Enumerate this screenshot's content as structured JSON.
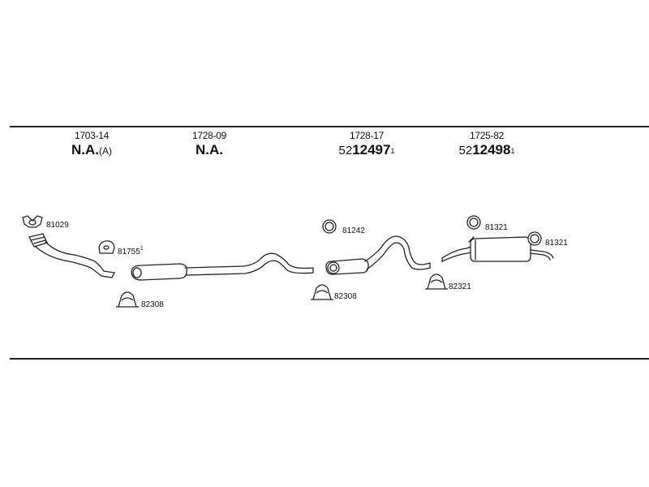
{
  "parts": [
    {
      "number": "1703-14",
      "prefix": "",
      "main": "N.A.",
      "suffix": "(A)",
      "sup": ""
    },
    {
      "number": "1728-09",
      "prefix": "",
      "main": "N.A.",
      "suffix": "",
      "sup": ""
    },
    {
      "number": "1728-17",
      "prefix": "52",
      "main": "12497",
      "suffix": "",
      "sup": "1"
    },
    {
      "number": "1725-82",
      "prefix": "52",
      "main": "12498",
      "suffix": "",
      "sup": "1"
    }
  ],
  "accessories": [
    {
      "code": "81029",
      "sup": "",
      "icon": "flange-gasket-icon"
    },
    {
      "code": "81755",
      "sup": "1",
      "icon": "rubber-mount-icon"
    },
    {
      "code": "82308",
      "sup": "",
      "icon": "pipe-clamp-icon"
    },
    {
      "code": "81242",
      "sup": "",
      "icon": "sealing-ring-icon"
    },
    {
      "code": "82308",
      "sup": "",
      "icon": "pipe-clamp-icon"
    },
    {
      "code": "82321",
      "sup": "",
      "icon": "pipe-clamp-icon"
    },
    {
      "code": "81321",
      "sup": "",
      "icon": "hanger-ring-icon"
    },
    {
      "code": "81321",
      "sup": "",
      "icon": "hanger-ring-icon"
    }
  ],
  "colors": {
    "line": "#222222",
    "background": "#ffffff"
  }
}
